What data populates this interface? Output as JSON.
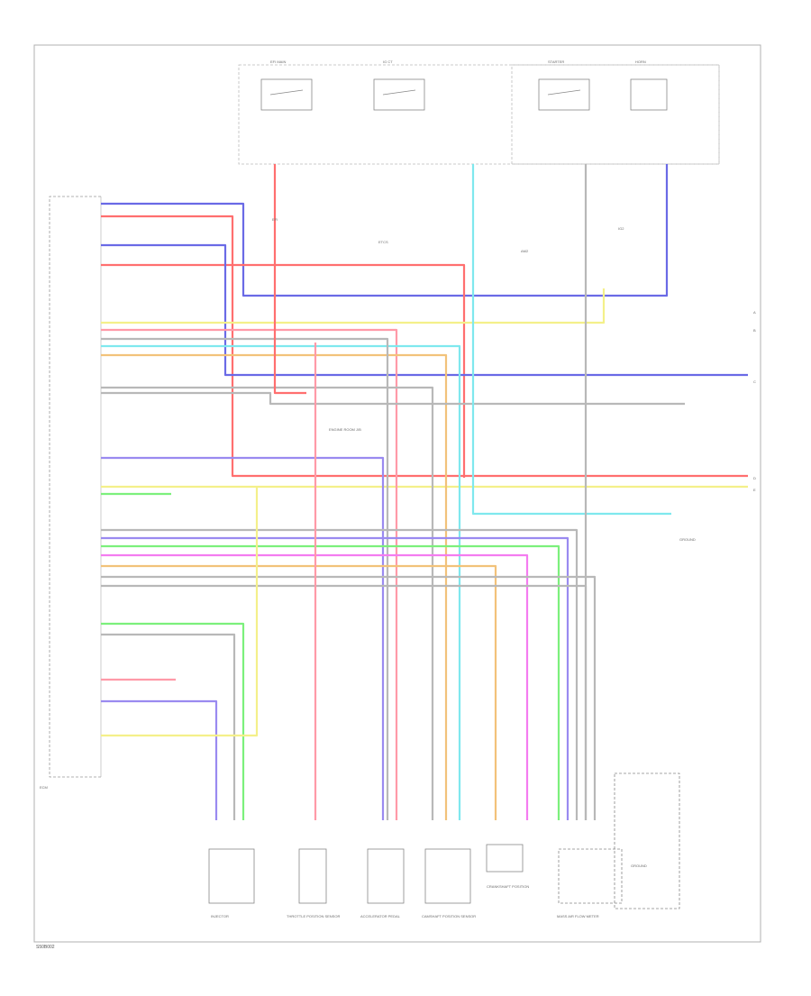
{
  "diagram": {
    "footer_code": "S50B002",
    "labels": {
      "ecm_title": "ECM",
      "engine_ecu": "ENGINE ROOM J/B",
      "relay_efi": "EFI MAIN",
      "relay_igct": "IG CT",
      "relay_starter": "STARTER",
      "relay_horn": "HORN",
      "fuse_efi": "EFI",
      "fuse_etcs": "ETCS",
      "fuse_am2": "AM2",
      "fuse_ig2": "IG2",
      "ground": "GROUND",
      "connector_a": "A",
      "connector_b": "B",
      "connector_c": "C",
      "connector_d": "D",
      "connector_e": "E",
      "bottom_1": "INJECTOR",
      "bottom_2": "THROTTLE POSITION SENSOR",
      "bottom_3": "ACCELERATOR PEDAL",
      "bottom_4": "CAMSHAFT POSITION SENSOR",
      "bottom_5": "CRANKSHAFT POSITION",
      "bottom_6": "MASS AIR FLOW METER",
      "bottom_7": "GROUND"
    }
  },
  "wire_colors": {
    "blue": "#6a6ae6",
    "red": "#ff6f6f",
    "pink": "#ff9aa8",
    "cyan": "#7fe8ee",
    "yellow": "#f4f08a",
    "orange": "#f2c27a",
    "green": "#7cf07c",
    "magenta": "#f47cf0",
    "gray": "#b8b8b8",
    "violet": "#9a8af0"
  }
}
